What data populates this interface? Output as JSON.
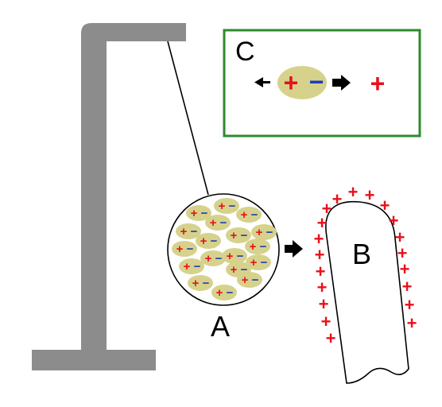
{
  "labels": {
    "sphere": "A",
    "rod": "B",
    "inset": "C"
  },
  "symbols": {
    "plus": "+",
    "minus": "−"
  },
  "colors": {
    "stand": "#8c8c8c",
    "inset_border": "#2e8a2e",
    "molecule_fill": "#d6d28c",
    "plus": "#e8101a",
    "minus": "#1f3fb3",
    "arrow": "#000000",
    "outline": "#000000"
  },
  "icons": {
    "inset_left_arrow": "arrow-left-icon",
    "inset_right_arrow": "arrow-right-icon",
    "middle_arrow": "arrow-right-icon"
  }
}
